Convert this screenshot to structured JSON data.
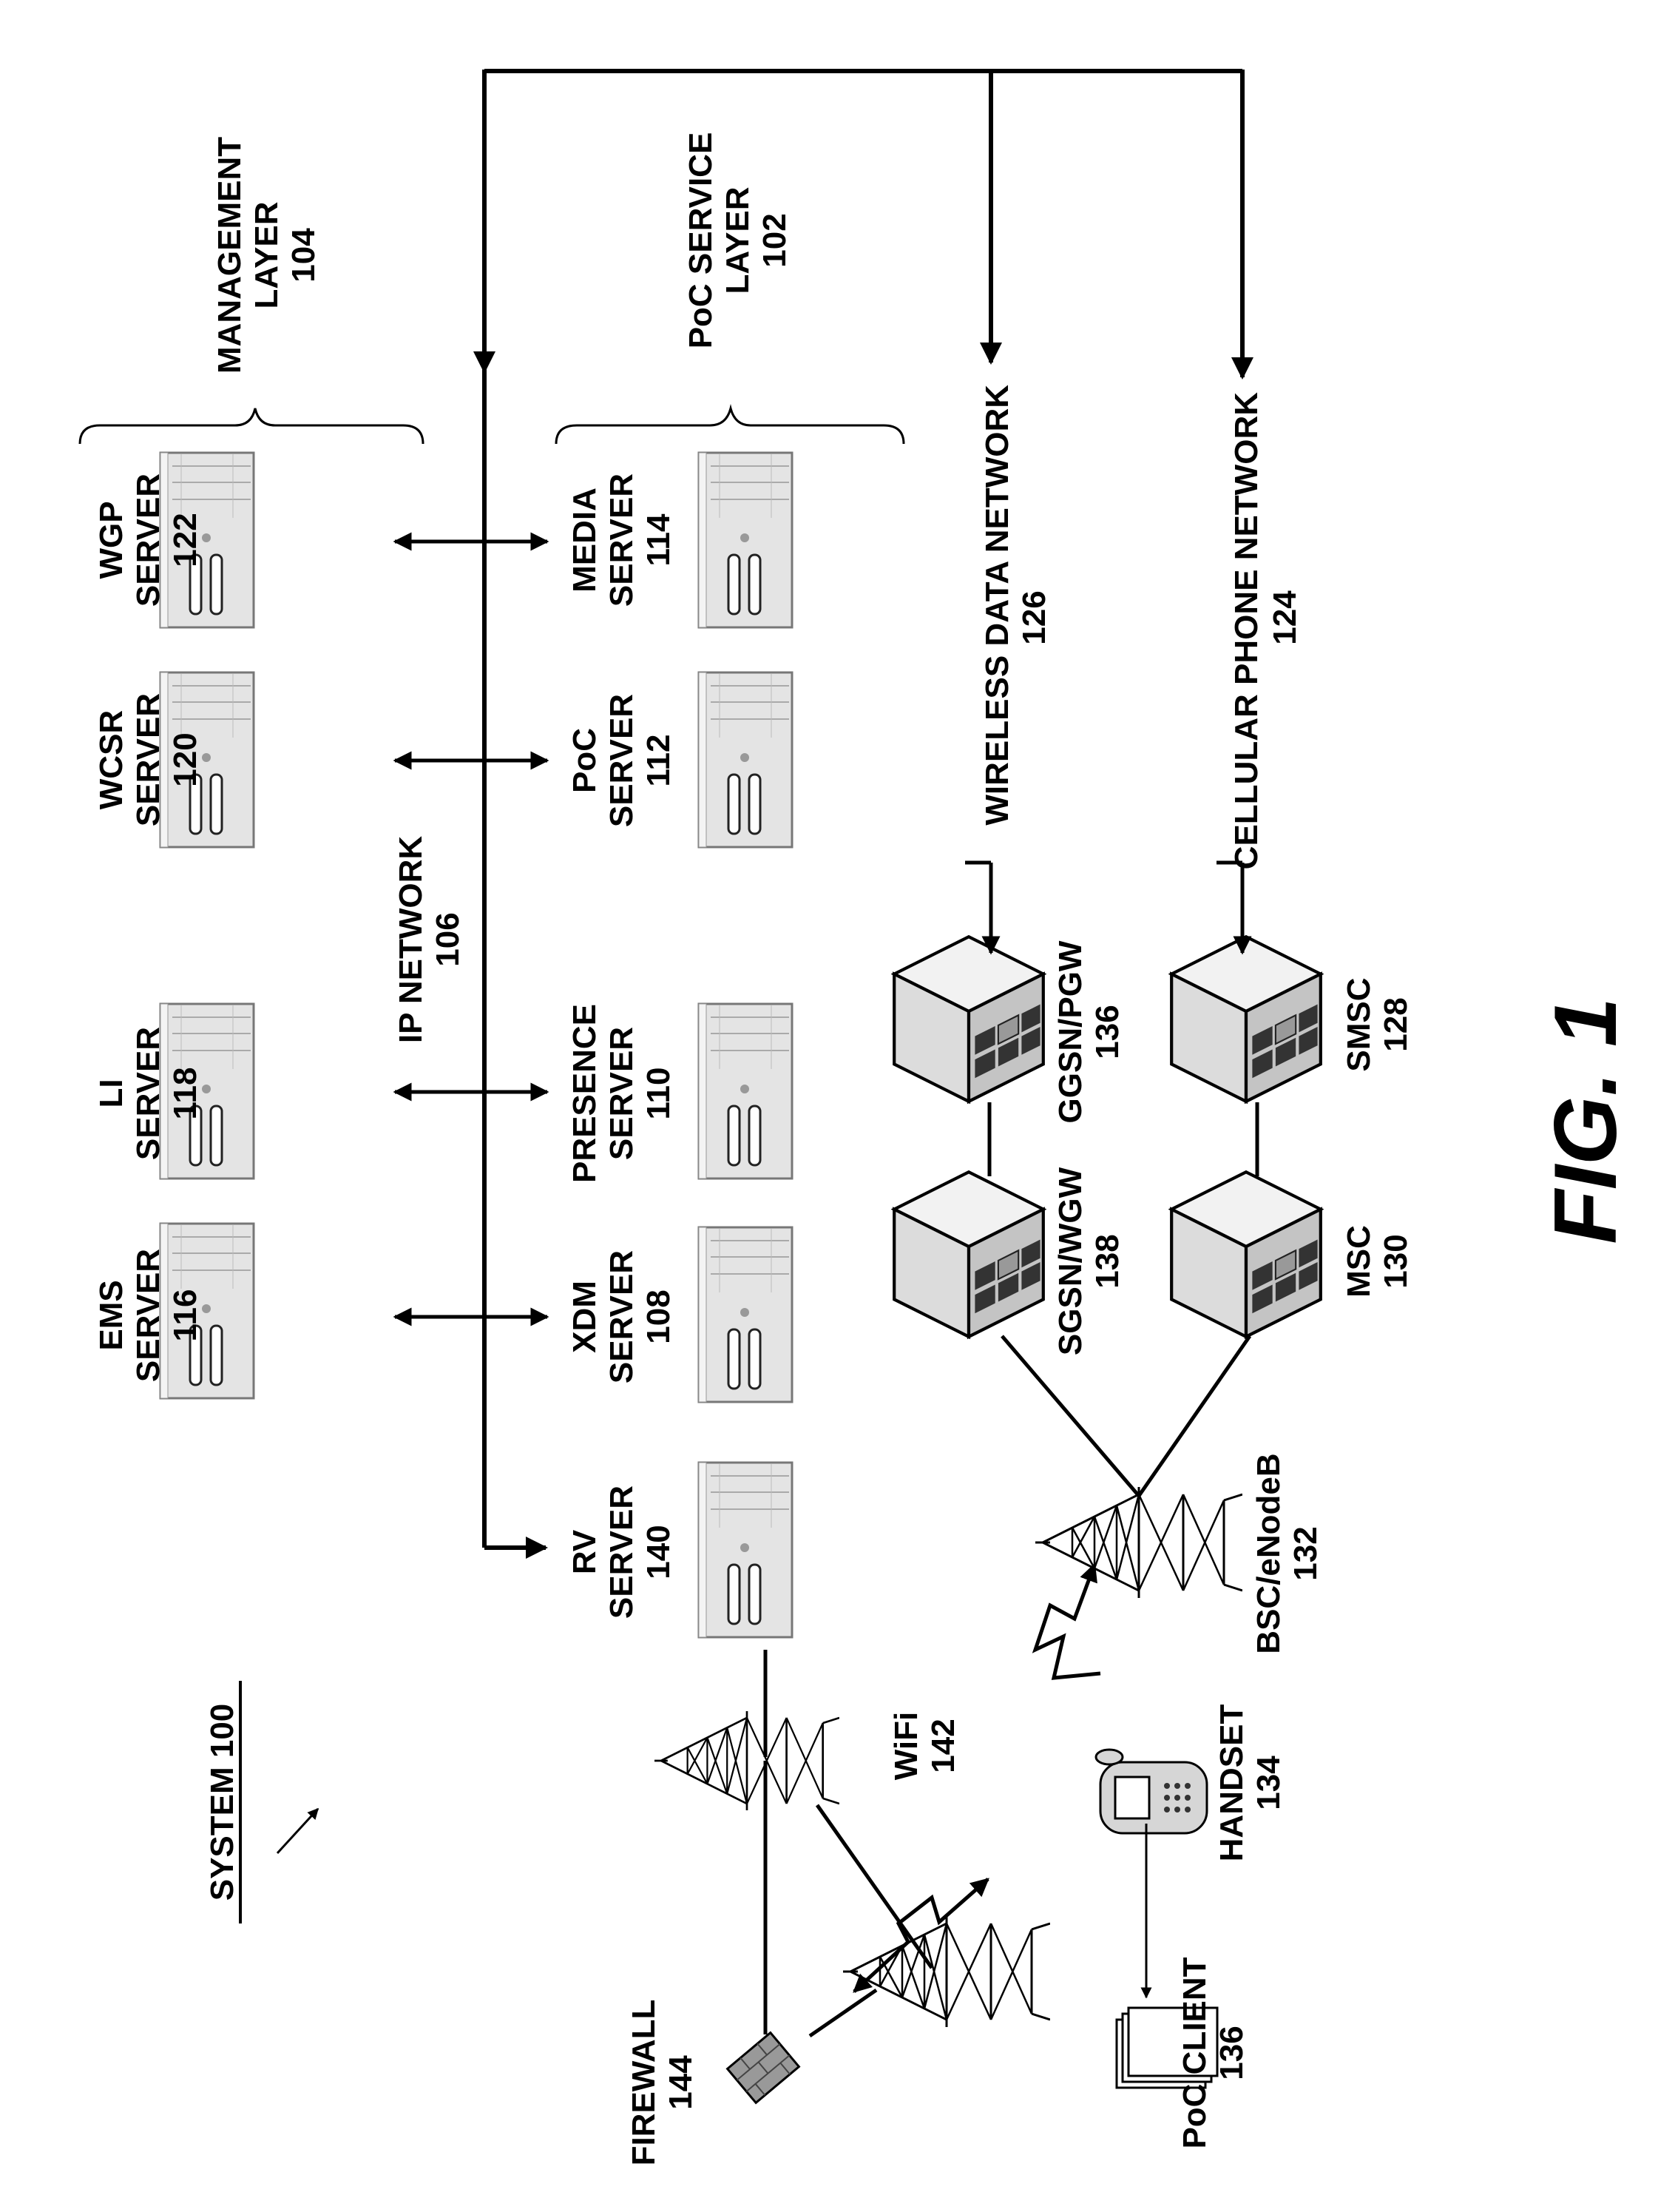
{
  "figure_title": "FIG. 1",
  "system_label": "SYSTEM 100",
  "layers": {
    "management": [
      "MANAGEMENT",
      "LAYER",
      "104"
    ],
    "poc_service": [
      "PoC SERVICE",
      "LAYER",
      "102"
    ]
  },
  "ip_network": [
    "IP NETWORK",
    "106"
  ],
  "management_servers": [
    {
      "lines": [
        "EMS",
        "SERVER",
        "116"
      ]
    },
    {
      "lines": [
        "LI",
        "SERVER",
        "118"
      ]
    },
    {
      "lines": [
        "WCSR",
        "SERVER",
        "120"
      ]
    },
    {
      "lines": [
        "WGP",
        "SERVER",
        "122"
      ]
    }
  ],
  "service_servers": [
    {
      "lines": [
        "RV",
        "SERVER",
        "140"
      ]
    },
    {
      "lines": [
        "XDM",
        "SERVER",
        "108"
      ]
    },
    {
      "lines": [
        "PRESENCE",
        "SERVER",
        "110"
      ]
    },
    {
      "lines": [
        "PoC",
        "SERVER",
        "112"
      ]
    },
    {
      "lines": [
        "MEDIA",
        "SERVER",
        "114"
      ]
    }
  ],
  "networks": {
    "wireless_data": [
      "WIRELESS DATA NETWORK",
      "126"
    ],
    "cellular_phone": [
      "CELLULAR PHONE NETWORK",
      "124"
    ]
  },
  "nodes": {
    "sgsn": [
      "SGSN/WGW",
      "138"
    ],
    "ggsn": [
      "GGSN/PGW",
      "136"
    ],
    "msc": [
      "MSC",
      "130"
    ],
    "smsc": [
      "SMSC",
      "128"
    ],
    "bsc": [
      "BSC/eNodeB",
      "132"
    ],
    "wifi": [
      "WiFi",
      "142"
    ],
    "handset": [
      "HANDSET",
      "134"
    ],
    "poc_client": [
      "PoC CLIENT",
      "136"
    ],
    "firewall": [
      "FIREWALL",
      "144"
    ]
  }
}
